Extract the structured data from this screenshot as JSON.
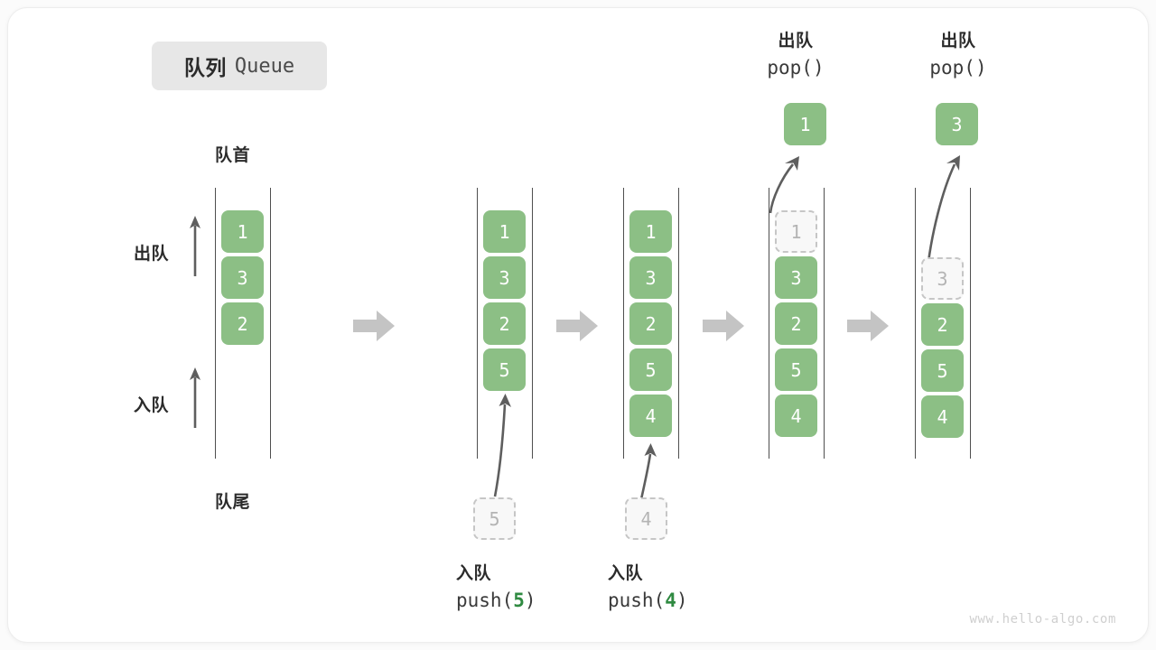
{
  "title": {
    "cn": "队列",
    "en": "Queue"
  },
  "labels": {
    "front": "队首",
    "rear": "队尾",
    "dequeue": "出队",
    "enqueue": "入队"
  },
  "colors": {
    "element_green": "#8cbf85",
    "arg_green": "#2f8a41",
    "rail_gray": "#4f4f4f",
    "ghost_gray": "#b4b4b4",
    "step_arrow_gray": "#c4c4c4",
    "text_dark": "#2b2b2b",
    "chip_bg": "#e7e7e7"
  },
  "watermark": "www.hello-algo.com",
  "columns": [
    {
      "id": "initial",
      "elements": [
        "1",
        "3",
        "2"
      ],
      "ghost_index": null,
      "popped": null,
      "op_cn": null,
      "op_code_prefix": null,
      "op_code_arg": null,
      "op_code_suffix": null
    },
    {
      "id": "push-5",
      "elements": [
        "1",
        "3",
        "2",
        "5"
      ],
      "ghost_index": null,
      "popped": null,
      "incoming": "5",
      "op_cn": "入队",
      "op_code_prefix": "push(",
      "op_code_arg": "5",
      "op_code_suffix": ")"
    },
    {
      "id": "push-4",
      "elements": [
        "1",
        "3",
        "2",
        "5",
        "4"
      ],
      "ghost_index": null,
      "popped": null,
      "incoming": "4",
      "op_cn": "入队",
      "op_code_prefix": "push(",
      "op_code_arg": "4",
      "op_code_suffix": ")"
    },
    {
      "id": "pop-1",
      "elements": [
        "1",
        "3",
        "2",
        "5",
        "4"
      ],
      "ghost_index": 0,
      "popped": "1",
      "op_cn": "出队",
      "op_code_prefix": "pop(",
      "op_code_arg": "",
      "op_code_suffix": ")"
    },
    {
      "id": "pop-3",
      "elements": [
        "3",
        "2",
        "5",
        "4"
      ],
      "ghost_index": 0,
      "popped": "3",
      "op_cn": "出队",
      "op_code_prefix": "pop(",
      "op_code_arg": "",
      "op_code_suffix": ")"
    }
  ]
}
